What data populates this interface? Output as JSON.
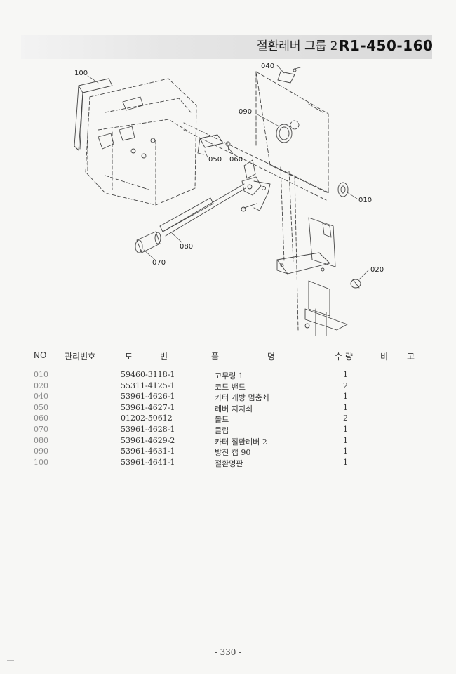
{
  "header": {
    "title": "절환레버 그룹 2",
    "code": "R1-450-160"
  },
  "callouts": {
    "p100": "100",
    "p040": "040",
    "p090": "090",
    "p050": "050",
    "p060": "060",
    "p010": "010",
    "p080": "080",
    "p070": "070",
    "p020": "020"
  },
  "table": {
    "headers": {
      "no": "NO",
      "mgmt": "관리번호",
      "draw_1": "도",
      "draw_2": "번",
      "name_1": "품",
      "name_2": "명",
      "qty": "수 량",
      "note_1": "비",
      "note_2": "고"
    },
    "rows": [
      {
        "no": "010",
        "drawing": "59460-3118-1",
        "name": "고무링 1",
        "qty": "1"
      },
      {
        "no": "020",
        "drawing": "55311-4125-1",
        "name": "코드 밴드",
        "qty": "2"
      },
      {
        "no": "040",
        "drawing": "53961-4626-1",
        "name": "카터 개방 멈춤쇠",
        "qty": "1"
      },
      {
        "no": "050",
        "drawing": "53961-4627-1",
        "name": "레버 지지쇠",
        "qty": "1"
      },
      {
        "no": "060",
        "drawing": "01202-50612",
        "name": "볼트",
        "qty": "2"
      },
      {
        "no": "070",
        "drawing": "53961-4628-1",
        "name": "클립",
        "qty": "1"
      },
      {
        "no": "080",
        "drawing": "53961-4629-2",
        "name": "카터 절환레버 2",
        "qty": "1"
      },
      {
        "no": "090",
        "drawing": "53961-4631-1",
        "name": "방진 캡 90",
        "qty": "1"
      },
      {
        "no": "100",
        "drawing": "53961-4641-1",
        "name": "절환명판",
        "qty": "1"
      }
    ]
  },
  "footer": {
    "page_number": "- 330 -"
  }
}
